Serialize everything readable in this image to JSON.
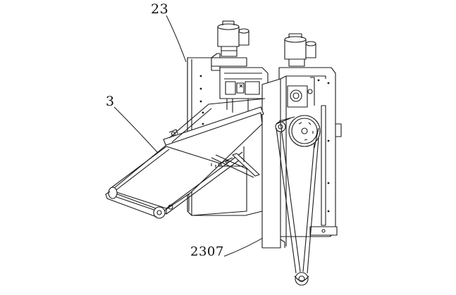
{
  "callouts": {
    "frame": "23",
    "conveyor": "3",
    "belt": "2307"
  },
  "colors": {
    "line": "#1a1a1a",
    "fill": "#ffffff",
    "shade": "#f2f2f2"
  }
}
